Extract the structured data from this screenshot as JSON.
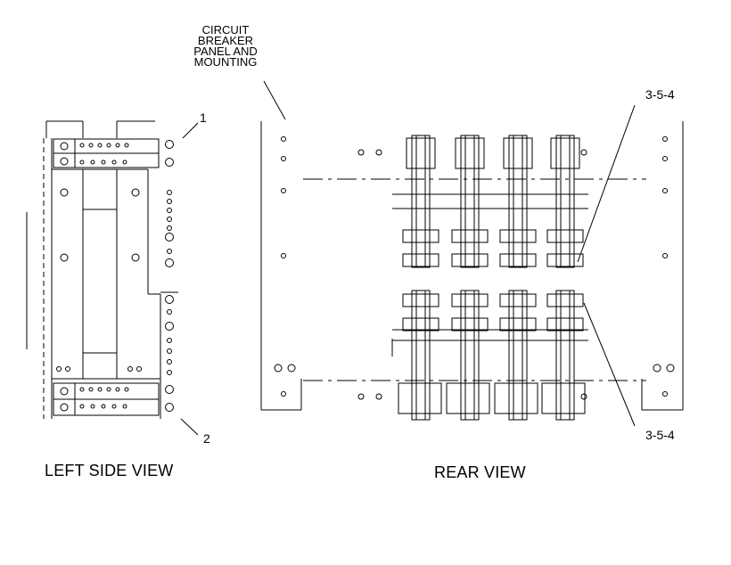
{
  "labels": {
    "circuit_breaker_panel": [
      "CIRCUIT",
      "BREAKER",
      "PANEL AND",
      "MOUNTING"
    ],
    "callout_1": "1",
    "callout_2": "2",
    "ref_top": "3-5-4",
    "ref_bottom": "3-5-4"
  },
  "views": {
    "left": "LEFT SIDE VIEW",
    "rear": "REAR VIEW"
  },
  "colors": {
    "line": "#000000",
    "background": "#ffffff"
  }
}
